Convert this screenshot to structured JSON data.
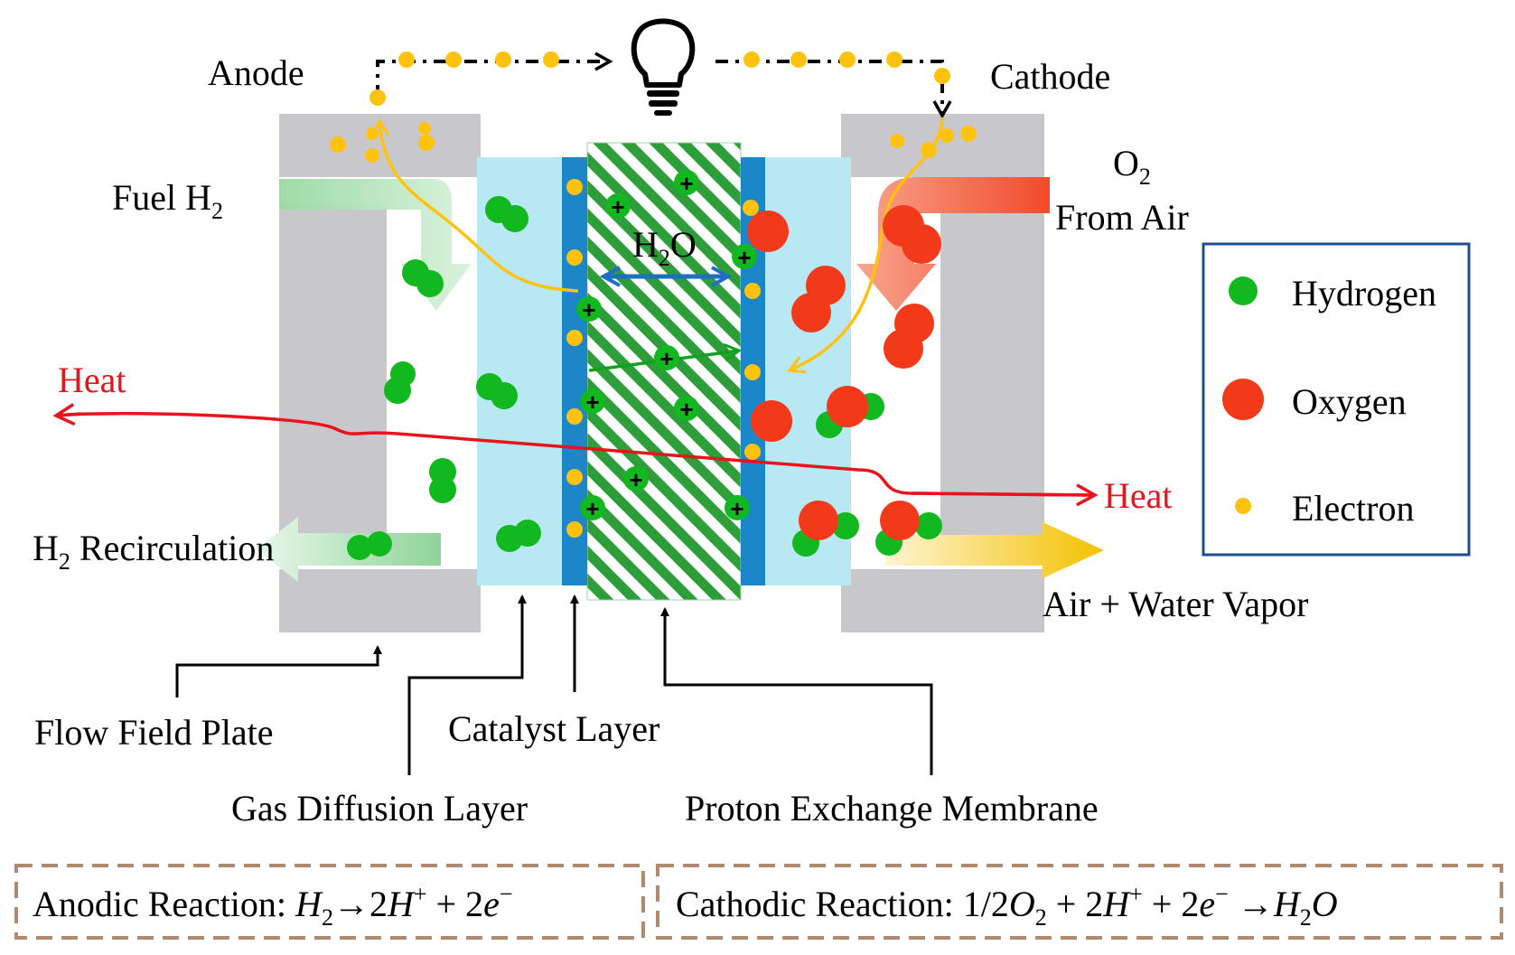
{
  "labels": {
    "anode": "Anode",
    "cathode": "Cathode",
    "fuel_h2": "Fuel H",
    "fuel_h2_sub": "2",
    "o2": "O",
    "o2_sub": "2",
    "from_air": "From Air",
    "h2o": "H",
    "h2o_sub": "2",
    "h2o_end": "O",
    "heat_left": "Heat",
    "heat_right": "Heat",
    "h2_recirc_h": "H",
    "h2_recirc_sub": "2",
    "h2_recirc_text": " Recirculation",
    "air_water": "Air + Water Vapor",
    "flow_field_plate": "Flow Field Plate",
    "catalyst_layer": "Catalyst Layer",
    "gas_diffusion_layer": "Gas Diffusion Layer",
    "pem": "Proton Exchange Membrane",
    "proton_sign": "+"
  },
  "legend": {
    "hydrogen": "Hydrogen",
    "oxygen": "Oxygen",
    "electron": "Electron"
  },
  "reactions": {
    "anodic_prefix": "Anodic Reaction: ",
    "anodic_h": "H",
    "anodic_h_sub": "2",
    "anodic_arrow": "→2",
    "anodic_hplus": "H",
    "anodic_hplus_sup": "+",
    "anodic_plus": " + 2",
    "anodic_e": "e",
    "anodic_e_sup": "−",
    "cathodic_prefix": "Cathodic Reaction: ",
    "cathodic_frac": "1/2",
    "cathodic_o": "O",
    "cathodic_o_sub": "2",
    "cathodic_plus1": " + 2",
    "cathodic_h": "H",
    "cathodic_h_sup": "+",
    "cathodic_plus2": " + 2",
    "cathodic_e": "e",
    "cathodic_e_sup": "−",
    "cathodic_arrow": " →",
    "cathodic_h2o_h": "H",
    "cathodic_h2o_sub": "2",
    "cathodic_h2o_o": "O"
  },
  "colors": {
    "hydrogen": "#12b81f",
    "oxygen": "#f23a1a",
    "electron": "#ffc20e",
    "plate": "#c8c8cc",
    "gdl": "#b8e8f2",
    "catalyst": "#1b86c8",
    "membrane_stripe": "#2e9e3a",
    "heat": "#e8131b",
    "legend_border": "#1d4f8c",
    "reaction_border": "#b08a6e"
  }
}
